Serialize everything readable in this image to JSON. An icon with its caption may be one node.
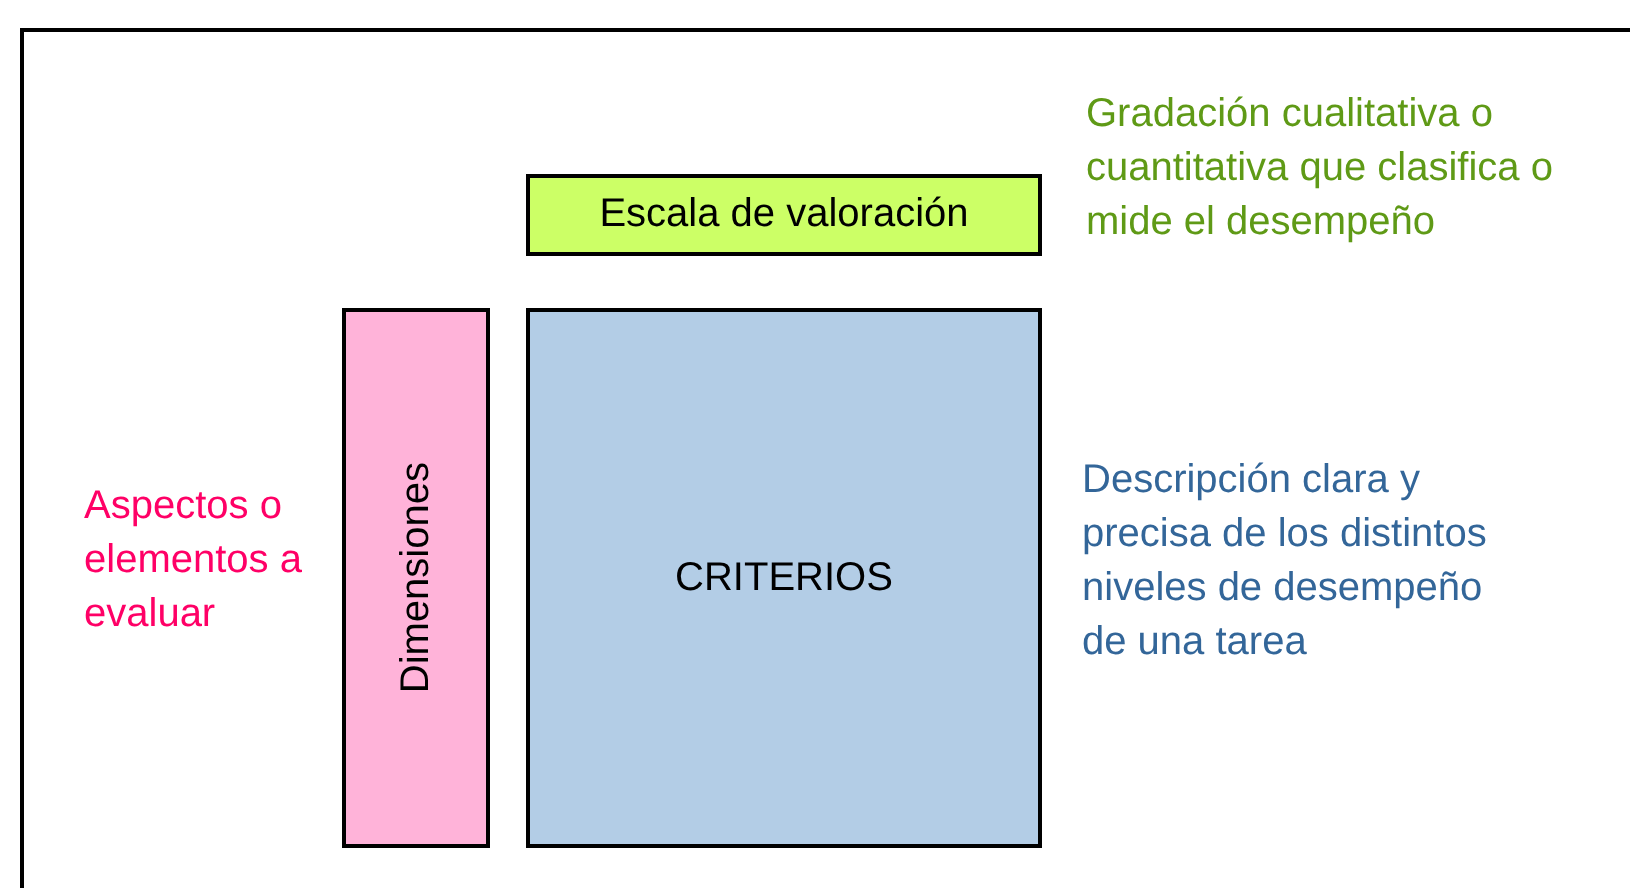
{
  "diagram": {
    "nodes": [
      {
        "text": [
          "Escala de valoración"
        ],
        "beside": [
          "Gradación cualitativa o cuantitativa que clasifica o mide el desempeño"
        ]
      },
      {
        "text": [
          "Dimensiones"
        ],
        "beside": [
          "Aspectos o elementos a evaluar"
        ]
      },
      {
        "text": [
          "CRITERIOS"
        ],
        "beside": [
          "Descripción clara y precisa de los distintos niveles de desempeño de una tarea"
        ]
      }
    ]
  }
}
